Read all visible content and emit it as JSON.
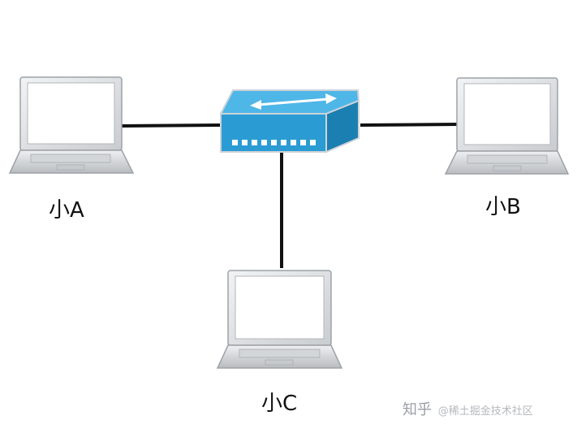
{
  "devices": [
    {
      "id": "A",
      "label": "小A"
    },
    {
      "id": "B",
      "label": "小B"
    },
    {
      "id": "C",
      "label": "小C"
    }
  ],
  "switch": {
    "icon": "network-switch-icon",
    "body_color": "#2a9bd3",
    "top_color": "#4fb6e8",
    "arrow_color": "#ffffff"
  },
  "watermark": {
    "brand": "知乎",
    "handle": "@稀土掘金技术社区"
  },
  "colors": {
    "cable": "#111111",
    "laptop_frame": "#e2e4e7",
    "laptop_screen": "#ffffff"
  }
}
